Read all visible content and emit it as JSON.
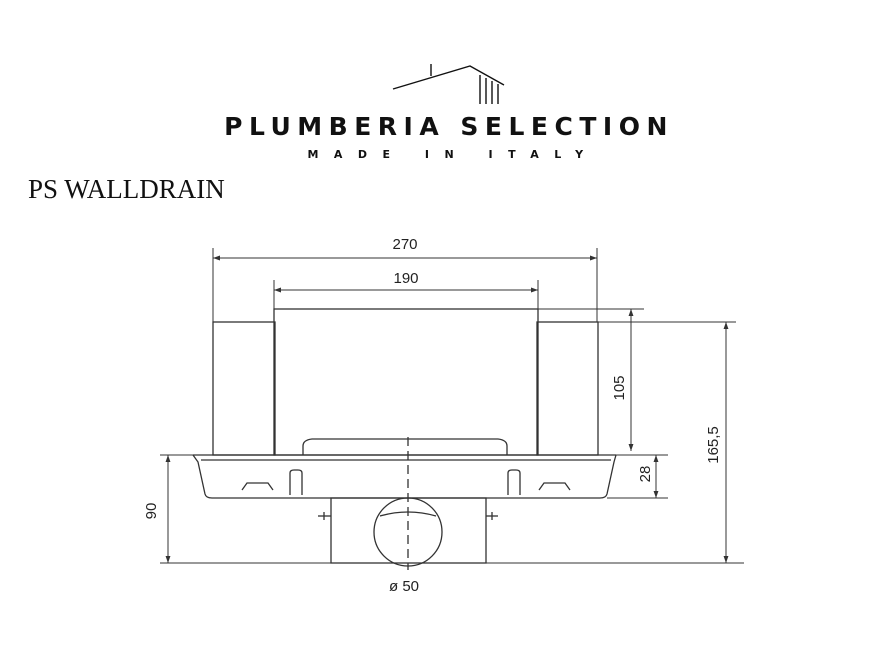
{
  "brand": {
    "name": "PLUMBERIA SELECTION",
    "tagline": "MADE IN ITALY"
  },
  "product": {
    "title": "PS WALLDRAIN"
  },
  "dimensions": {
    "overall_width": "270",
    "inner_width": "190",
    "upper_height": "105",
    "total_height": "165,5",
    "tray_height": "28",
    "lower_height": "90",
    "outlet_diameter": "ø 50"
  },
  "colors": {
    "line": "#333333",
    "text": "#111111"
  }
}
